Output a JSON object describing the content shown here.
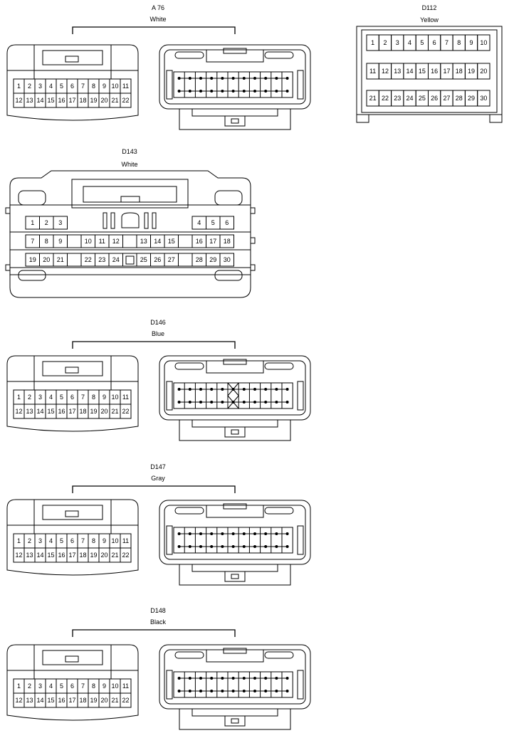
{
  "connectors": [
    {
      "id": "a76",
      "name": "A 76",
      "color": "White",
      "pins_top": [
        "1",
        "2",
        "3",
        "4",
        "5",
        "6",
        "7",
        "8",
        "9",
        "10",
        "11"
      ],
      "pins_bottom": [
        "12",
        "13",
        "14",
        "15",
        "16",
        "17",
        "18",
        "19",
        "20",
        "21",
        "22"
      ],
      "cross_column": -1
    },
    {
      "id": "d146",
      "name": "D146",
      "color": "Blue",
      "pins_top": [
        "1",
        "2",
        "3",
        "4",
        "5",
        "6",
        "7",
        "8",
        "9",
        "10",
        "11"
      ],
      "pins_bottom": [
        "12",
        "13",
        "14",
        "15",
        "16",
        "17",
        "18",
        "19",
        "20",
        "21",
        "22"
      ],
      "cross_column": 5
    },
    {
      "id": "d147",
      "name": "D147",
      "color": "Gray",
      "pins_top": [
        "1",
        "2",
        "3",
        "4",
        "5",
        "6",
        "7",
        "8",
        "9",
        "10",
        "11"
      ],
      "pins_bottom": [
        "12",
        "13",
        "14",
        "15",
        "16",
        "17",
        "18",
        "19",
        "20",
        "21",
        "22"
      ],
      "cross_column": -1
    },
    {
      "id": "d148",
      "name": "D148",
      "color": "Black",
      "pins_top": [
        "1",
        "2",
        "3",
        "4",
        "5",
        "6",
        "7",
        "8",
        "9",
        "10",
        "11"
      ],
      "pins_bottom": [
        "12",
        "13",
        "14",
        "15",
        "16",
        "17",
        "18",
        "19",
        "20",
        "21",
        "22"
      ],
      "cross_column": -1
    }
  ],
  "d112": {
    "name": "D112",
    "color": "Yellow",
    "rows": [
      [
        "1",
        "2",
        "3",
        "4",
        "5",
        "6",
        "7",
        "8",
        "9",
        "10"
      ],
      [
        "11",
        "12",
        "13",
        "14",
        "15",
        "16",
        "17",
        "18",
        "19",
        "20"
      ],
      [
        "21",
        "22",
        "23",
        "24",
        "25",
        "26",
        "27",
        "28",
        "29",
        "30"
      ]
    ]
  },
  "d143": {
    "name": "D143",
    "color": "White",
    "row1_left": [
      "1",
      "2",
      "3"
    ],
    "row1_right": [
      "4",
      "5",
      "6"
    ],
    "row2": [
      "7",
      "8",
      "9",
      "",
      "10",
      "11",
      "12",
      "",
      "13",
      "14",
      "15",
      "",
      "16",
      "17",
      "18"
    ],
    "row3": [
      "19",
      "20",
      "21",
      "",
      "22",
      "23",
      "24",
      "",
      "25",
      "26",
      "27",
      "",
      "28",
      "29",
      "30"
    ]
  }
}
